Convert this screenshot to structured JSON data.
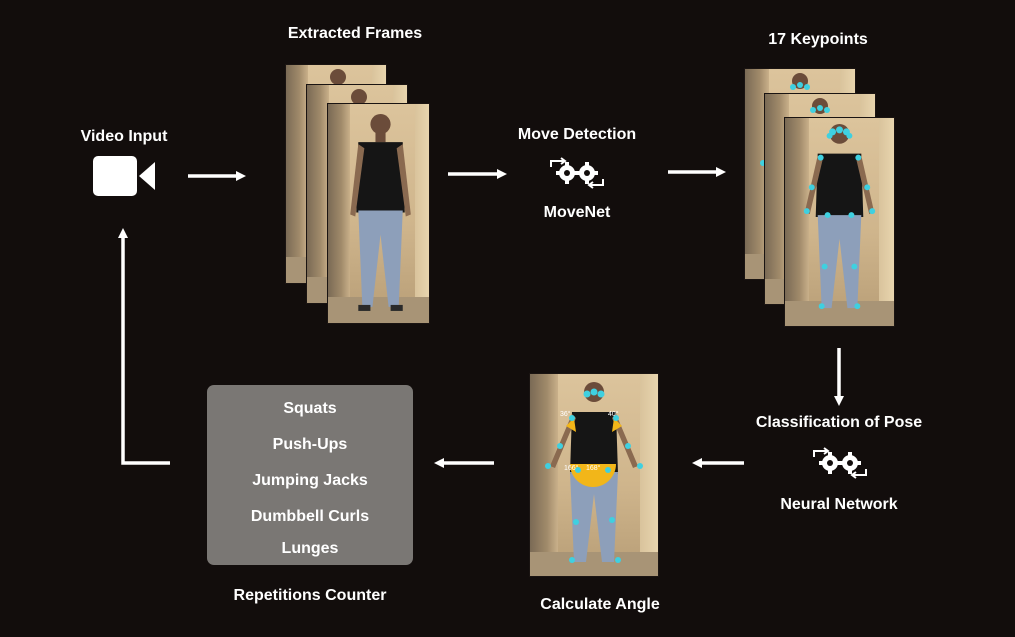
{
  "labels": {
    "video_input": "Video Input",
    "extracted_frames": "Extracted Frames",
    "move_detection": "Move Detection",
    "movenet": "MoveNet",
    "keypoints": "17 Keypoints",
    "classification": "Classification of Pose",
    "neural_network": "Neural Network",
    "calculate_angle": "Calculate Angle",
    "repetitions_counter": "Repetitions Counter"
  },
  "exercises": [
    "Squats",
    "Push-Ups",
    "Jumping Jacks",
    "Dumbbell Curls",
    "Lunges"
  ],
  "angle_labels": [
    "36°",
    "40°",
    "166°",
    "168°"
  ],
  "icons": [
    "video-camera-icon",
    "gears-icon",
    "arrow-icon"
  ],
  "colors": {
    "background": "#120d0c",
    "keypoint": "#3fd0e0",
    "angle_marker": "#f2b619",
    "panel": "#7a7774"
  }
}
